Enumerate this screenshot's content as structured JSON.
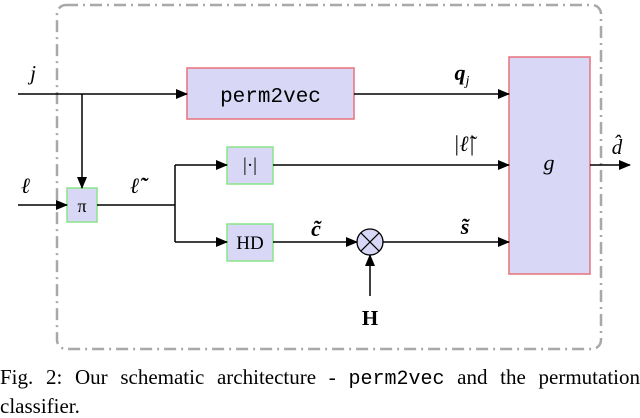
{
  "diagram": {
    "blocks": {
      "perm2vec": "perm2vec",
      "pi": "π",
      "abs": "|·|",
      "hd": "HD",
      "g": "g"
    },
    "signals": {
      "j": "j",
      "ell": "ℓ",
      "ell_tilde": "ℓ̃",
      "qj_base": "q",
      "qj_sub": "j",
      "abs_ell": "|ℓ̃|",
      "c_tilde": "c̃",
      "s_tilde": "s̃",
      "H": "H",
      "d_hat": "d̂"
    },
    "colors": {
      "block_fill": "#d8d8f6",
      "red_border": "#e87a82",
      "green_border": "#8fe48f",
      "frame": "#a8a8a8"
    }
  },
  "caption": {
    "prefix": "Fig. 2: Our schematic architecture - ",
    "code": "perm2vec",
    "suffix": " and the permutation classifier."
  }
}
